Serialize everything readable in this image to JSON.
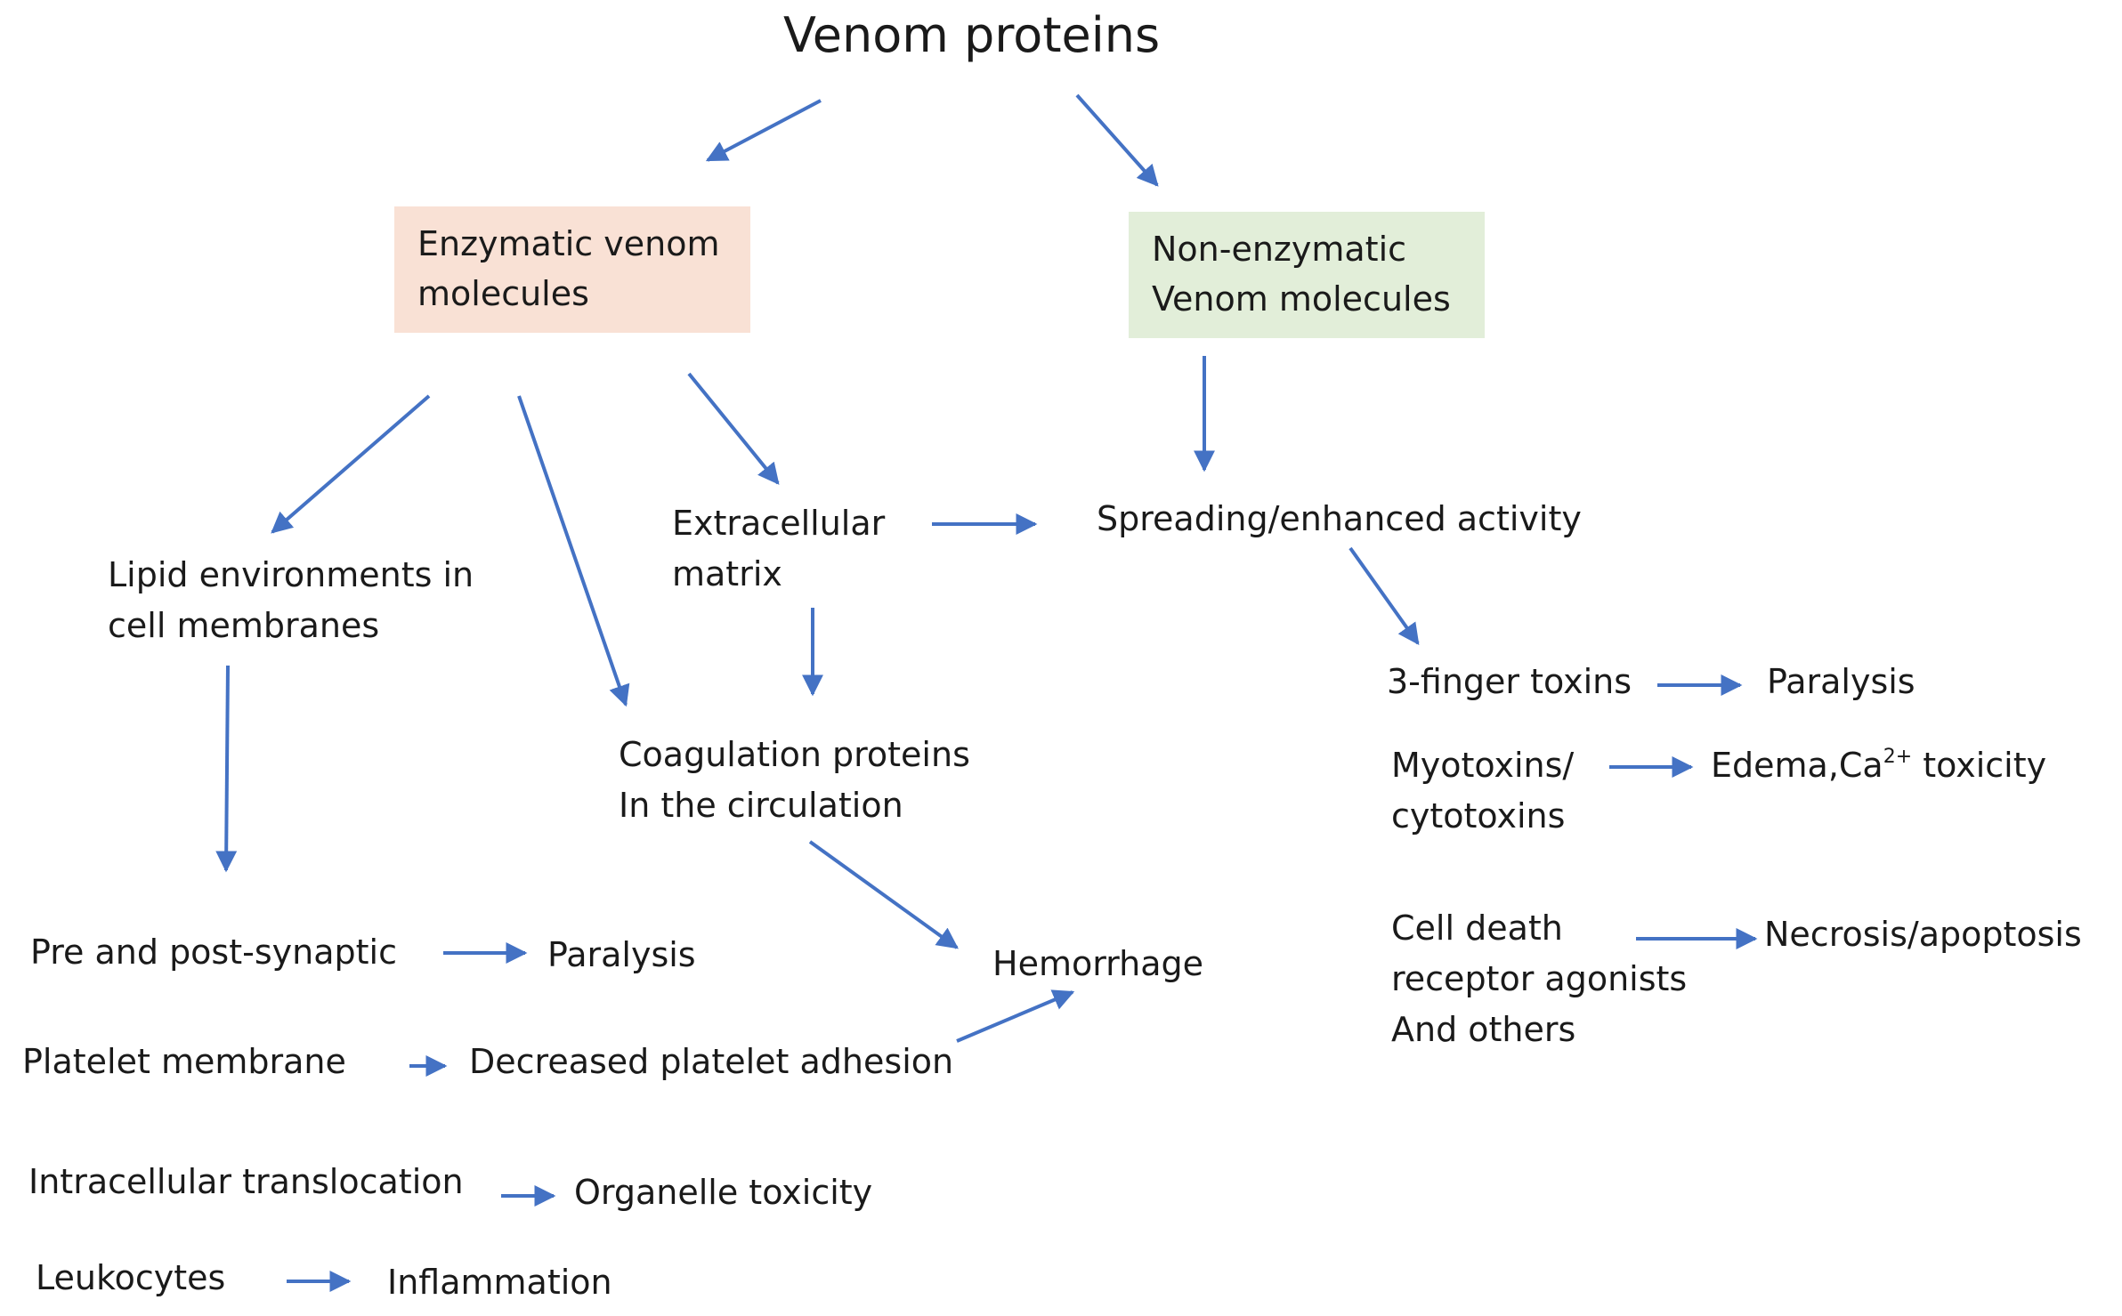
{
  "title": "Venom proteins",
  "colors": {
    "arrow": "#4472c4",
    "enzymatic_box": "#f9e1d5",
    "non_enzymatic_box": "#e2eed9"
  },
  "nodes": {
    "enzymatic": [
      "Enzymatic venom",
      "molecules"
    ],
    "non_enzymatic": [
      "Non-enzymatic",
      "Venom molecules"
    ],
    "lipid": [
      "Lipid environments in",
      "cell membranes"
    ],
    "ecm": [
      "Extracellular",
      "matrix"
    ],
    "spreading": "Spreading/enhanced activity",
    "coagulation": [
      "Coagulation proteins",
      "In the circulation"
    ],
    "hemorrhage": "Hemorrhage",
    "pre_post": "Pre and post-synaptic",
    "paralysis_left": "Paralysis",
    "platelet_membrane": "Platelet membrane",
    "decreased_platelet": "Decreased platelet adhesion",
    "intracellular": "Intracellular translocation",
    "organelle": "Organelle toxicity",
    "leukocytes": "Leukocytes",
    "inflammation": "Inflammation",
    "three_finger": "3-finger toxins",
    "paralysis_right": "Paralysis",
    "myotoxins": [
      "Myotoxins/",
      "cytotoxins"
    ],
    "edema_prefix": "Edema,Ca",
    "edema_sup": "2+",
    "edema_suffix": " toxicity",
    "cell_death": [
      "Cell death",
      "receptor agonists",
      "And others"
    ],
    "necrosis": "Necrosis/apoptosis"
  }
}
